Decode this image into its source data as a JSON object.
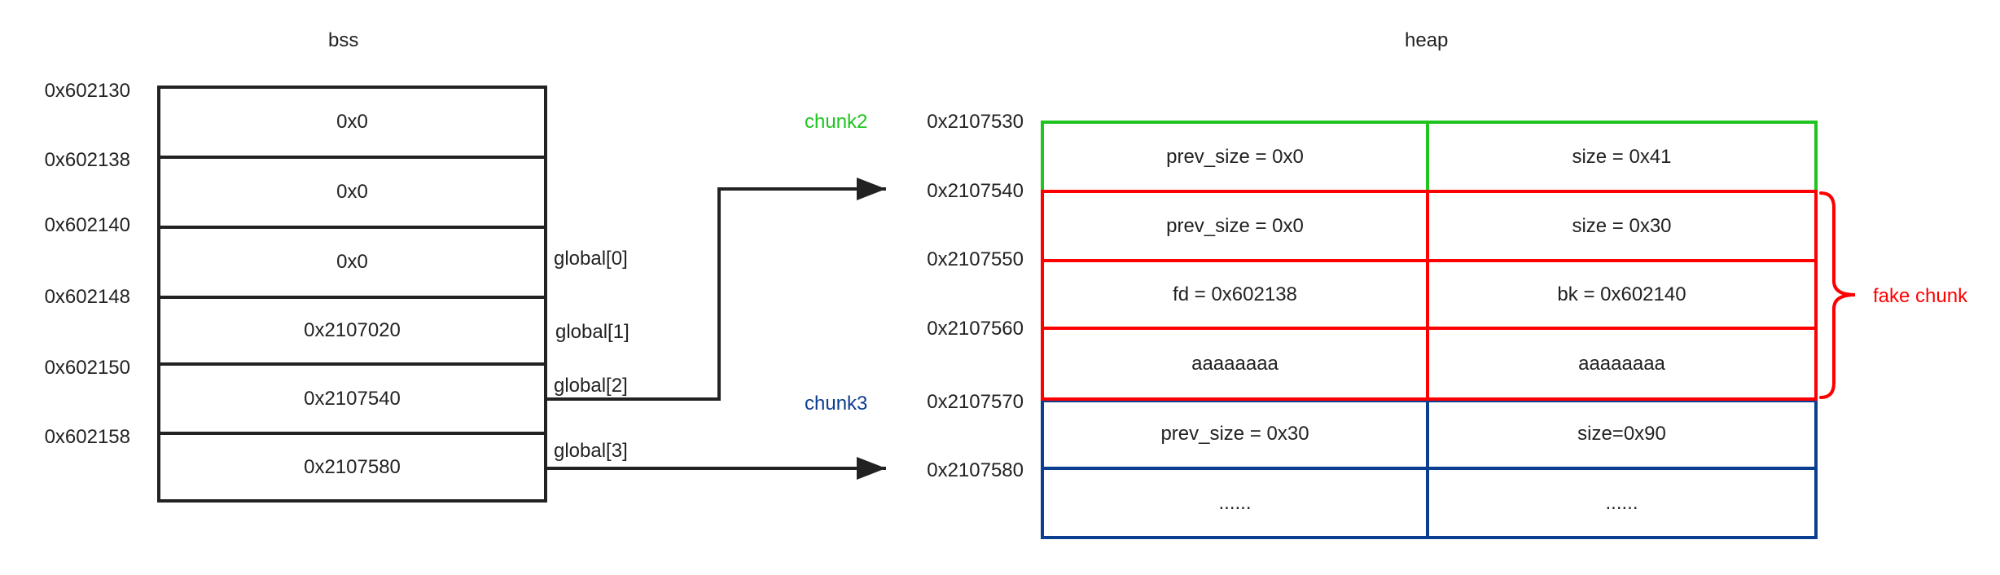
{
  "bss": {
    "title": "bss",
    "addresses": [
      "0x602130",
      "0x602138",
      "0x602140",
      "0x602148",
      "0x602150",
      "0x602158"
    ],
    "values": [
      "0x0",
      "0x0",
      "0x0",
      "0x2107020",
      "0x2107540",
      "0x2107580"
    ],
    "globals": [
      {
        "label": "global[0]",
        "row": 2
      },
      {
        "label": "global[1]",
        "row": 3
      },
      {
        "label": "global[2]",
        "row": 4
      },
      {
        "label": "global[3]",
        "row": 5
      }
    ]
  },
  "heap": {
    "title": "heap",
    "addresses": [
      "0x2107530",
      "0x2107540",
      "0x2107550",
      "0x2107560",
      "0x2107570",
      "0x2107580"
    ],
    "rows": [
      {
        "left": "prev_size = 0x0",
        "right": "size = 0x41",
        "chunk": "chunk2"
      },
      {
        "left": "prev_size = 0x0",
        "right": "size = 0x30",
        "chunk": "fake"
      },
      {
        "left": "fd = 0x602138",
        "right": "bk = 0x602140",
        "chunk": "fake"
      },
      {
        "left": "aaaaaaaa",
        "right": "aaaaaaaa",
        "chunk": "fake"
      },
      {
        "left": "prev_size = 0x30",
        "right": "size=0x90",
        "chunk": "chunk3"
      },
      {
        "left": "......",
        "right": "......",
        "chunk": "chunk3"
      }
    ],
    "chunk_labels": {
      "chunk2": "chunk2",
      "chunk3": "chunk3",
      "fake": "fake chunk"
    }
  },
  "arrows": [
    {
      "from": "global[2]",
      "to": "0x2107540"
    },
    {
      "from": "global[3]",
      "to": "0x2107580"
    }
  ],
  "colors": {
    "ink": "#222222",
    "chunk2": "#1fc41f",
    "fake": "#ff0000",
    "chunk3": "#0b3d91"
  }
}
